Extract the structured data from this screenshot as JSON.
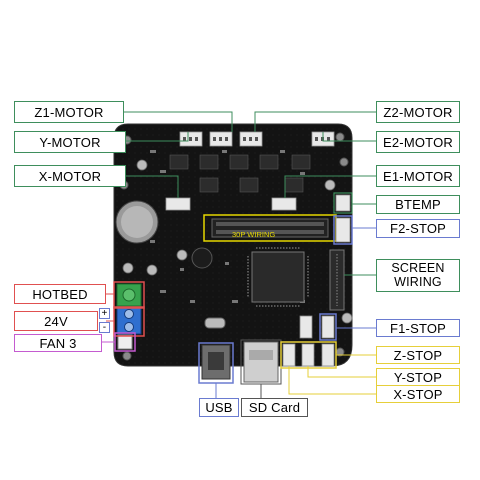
{
  "labels": {
    "z1_motor": "Z1-MOTOR",
    "y_motor": "Y-MOTOR",
    "x_motor": "X-MOTOR",
    "z2_motor": "Z2-MOTOR",
    "e2_motor": "E2-MOTOR",
    "e1_motor": "E1-MOTOR",
    "btemp": "BTEMP",
    "f2_stop": "F2-STOP",
    "screen_wiring_line1": "SCREEN",
    "screen_wiring_line2": "WIRING",
    "f1_stop": "F1-STOP",
    "z_stop": "Z-STOP",
    "y_stop": "Y-STOP",
    "x_stop": "X-STOP",
    "hotbed": "HOTBED",
    "power_24v": "24V",
    "fan3": "FAN 3",
    "usb": "USB",
    "sd_card": "SD Card",
    "plus_sign": "+",
    "minus_sign": "-",
    "wiring_30p": "30P WIRING"
  },
  "colors": {
    "motor_green": "#3e8e5c",
    "stop_blue": "#6a7bd0",
    "power_red": "#e05050",
    "fan_purple": "#c45bd0",
    "endstop_yellow": "#e6cf3a",
    "board_black": "#141414"
  }
}
